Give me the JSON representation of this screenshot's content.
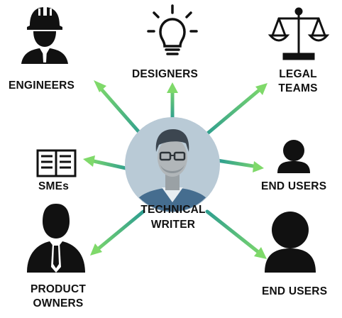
{
  "center": {
    "line1": "TECHNICAL",
    "line2": "WRITER"
  },
  "nodes": {
    "engineers": "ENGINEERS",
    "designers": "DESIGNERS",
    "legal_line1": "LEGAL",
    "legal_line2": "TEAMS",
    "smes": "SMEs",
    "end_users_top": "END USERS",
    "product_line1": "PRODUCT",
    "product_line2": "OWNERS",
    "end_users_bottom": "END USERS"
  },
  "icons": [
    "engineer-icon",
    "lightbulb-icon",
    "scales-icon",
    "book-icon",
    "user-icon",
    "businessman-icon",
    "user-large-icon",
    "writer-avatar-icon"
  ],
  "colors": {
    "arrow_start": "#2f9f8f",
    "arrow_end": "#7fd96a",
    "avatar_circle": "#b9cad6"
  }
}
